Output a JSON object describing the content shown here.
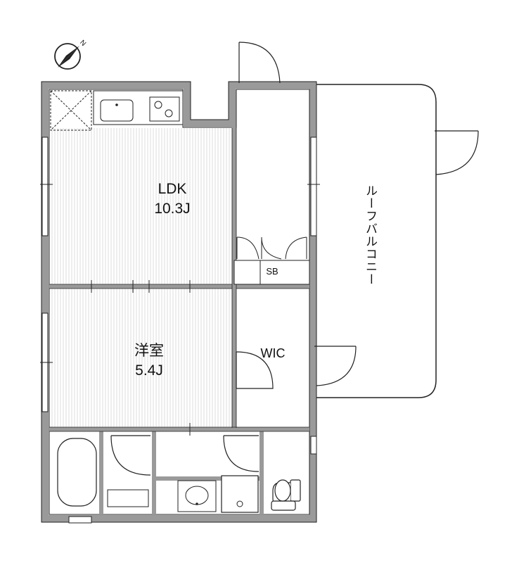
{
  "rooms": {
    "ldk": {
      "name": "LDK",
      "size": "10.3J"
    },
    "western": {
      "name": "洋室",
      "size": "5.4J"
    },
    "wic": {
      "name": "WIC"
    },
    "sb": {
      "name": "SB"
    }
  },
  "balcony": {
    "name": "ルーフバルコニー"
  },
  "compass": {
    "letter": "N"
  },
  "colors": {
    "wall": "#9a9a9a",
    "line": "#222222",
    "floor_stripe": "#e3e3e3"
  }
}
